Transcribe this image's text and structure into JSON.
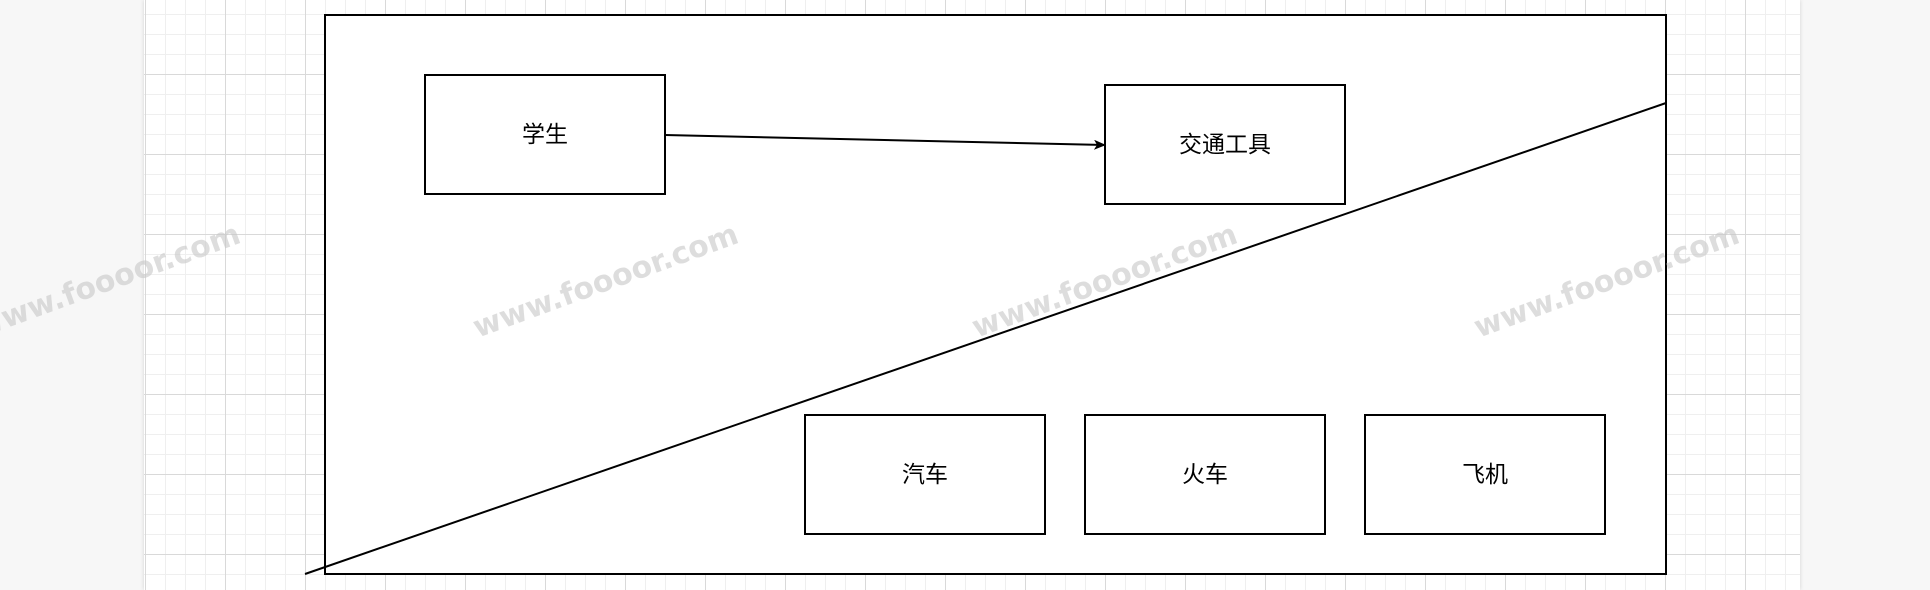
{
  "diagram": {
    "nodes": [
      {
        "id": "student",
        "label": "学生"
      },
      {
        "id": "transport",
        "label": "交通工具"
      },
      {
        "id": "car",
        "label": "汽车"
      },
      {
        "id": "train",
        "label": "火车"
      },
      {
        "id": "plane",
        "label": "飞机"
      }
    ],
    "edges": [
      {
        "from": "student",
        "to": "transport",
        "type": "arrow"
      }
    ]
  },
  "watermark": "www.foooor.com",
  "colors": {
    "stroke": "#000000",
    "grid": "#d9d9d9",
    "watermark": "#c8c8c8"
  }
}
